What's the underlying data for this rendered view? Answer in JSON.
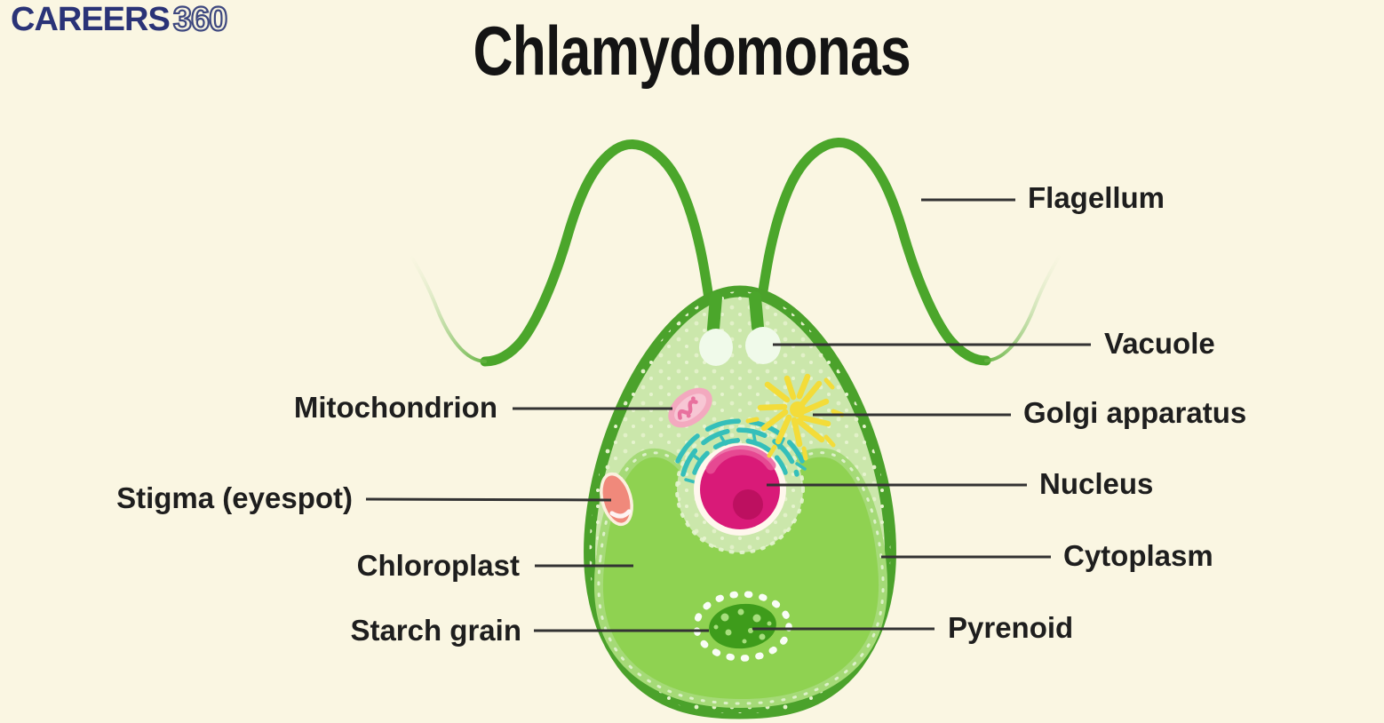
{
  "page": {
    "background": "#FAF6E2"
  },
  "logo": {
    "brand": "CAREERS",
    "suffix": "360"
  },
  "title": {
    "text": "Chlamydomonas"
  },
  "diagram": {
    "organism": "Chlamydomonas cell",
    "colors": {
      "membrane_green": "#4BA22B",
      "cytoplasm_light_green": "#CBE7AB",
      "chloroplast_green": "#8FD251",
      "nucleus_magenta": "#D91A78",
      "nucleolus": "#BD1060",
      "endoplasmic_reticulum_teal": "#35BFBA",
      "golgi_yellow": "#F3DC39",
      "mitochondrion_pink": "#F3A9BF",
      "stigma_coral": "#F0897B",
      "pyrenoid_dark_green": "#3E9C1B",
      "vacuole_pale": "#F0FAEA",
      "leader_line": "#333333"
    },
    "labels_left": [
      {
        "text": "Mitochondrion"
      },
      {
        "text": "Stigma (eyespot)"
      },
      {
        "text": "Chloroplast"
      },
      {
        "text": "Starch grain"
      }
    ],
    "labels_right": [
      {
        "text": "Flagellum"
      },
      {
        "text": "Vacuole"
      },
      {
        "text": "Golgi apparatus"
      },
      {
        "text": "Nucleus"
      },
      {
        "text": "Cytoplasm"
      },
      {
        "text": "Pyrenoid"
      }
    ]
  }
}
